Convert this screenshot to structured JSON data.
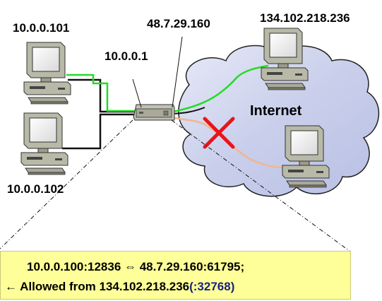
{
  "labels": {
    "host_a": "10.0.0.101",
    "host_b": "10.0.0.102",
    "nat_private": "10.0.0.1",
    "nat_public": "48.7.29.160",
    "remote_host": "134.102.218.236",
    "cloud": "Internet"
  },
  "nat_table": {
    "mapping": "10.0.0.100:12836 ⇔ 48.7.29.160:61795;",
    "allowed_prefix": "← Allowed from 134.102.218.236",
    "allowed_port": "(:32768)"
  },
  "colors": {
    "allowed_path": "#22dd22",
    "blocked_path": "#f0b690",
    "blocked_mark": "#e8141a",
    "cloud_fill": "#cfd4ec",
    "table_fill": "#ffff99",
    "port_text": "#1a237e"
  },
  "icons": [
    "computer-icon",
    "nat-router-icon",
    "cloud-icon",
    "blocked-x-icon"
  ]
}
